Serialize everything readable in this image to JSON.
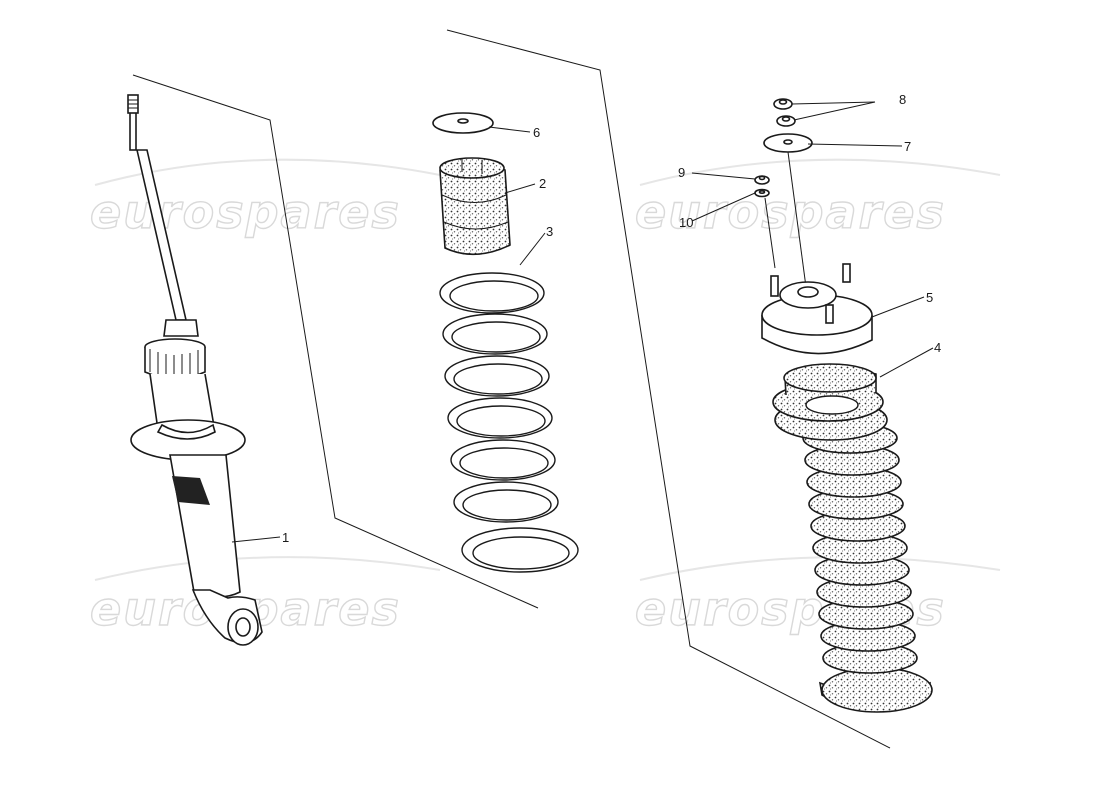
{
  "watermark": {
    "text": "eurospares"
  },
  "callouts": [
    {
      "id": "1",
      "label": "1"
    },
    {
      "id": "2",
      "label": "2"
    },
    {
      "id": "3",
      "label": "3"
    },
    {
      "id": "4",
      "label": "4"
    },
    {
      "id": "5",
      "label": "5"
    },
    {
      "id": "6",
      "label": "6"
    },
    {
      "id": "7",
      "label": "7"
    },
    {
      "id": "8",
      "label": "8"
    },
    {
      "id": "9",
      "label": "9"
    },
    {
      "id": "10",
      "label": "10"
    }
  ],
  "parts": [
    {
      "ref": "1",
      "icon": "shock-absorber-icon"
    },
    {
      "ref": "2",
      "icon": "bump-stop-icon"
    },
    {
      "ref": "3",
      "icon": "coil-spring-icon"
    },
    {
      "ref": "4",
      "icon": "dust-boot-icon"
    },
    {
      "ref": "5",
      "icon": "top-mount-icon"
    },
    {
      "ref": "6",
      "icon": "upper-washer-icon"
    },
    {
      "ref": "7",
      "icon": "mount-washer-icon"
    },
    {
      "ref": "8",
      "icon": "nut-icon"
    },
    {
      "ref": "9",
      "icon": "nut-icon"
    },
    {
      "ref": "10",
      "icon": "washer-icon"
    }
  ]
}
